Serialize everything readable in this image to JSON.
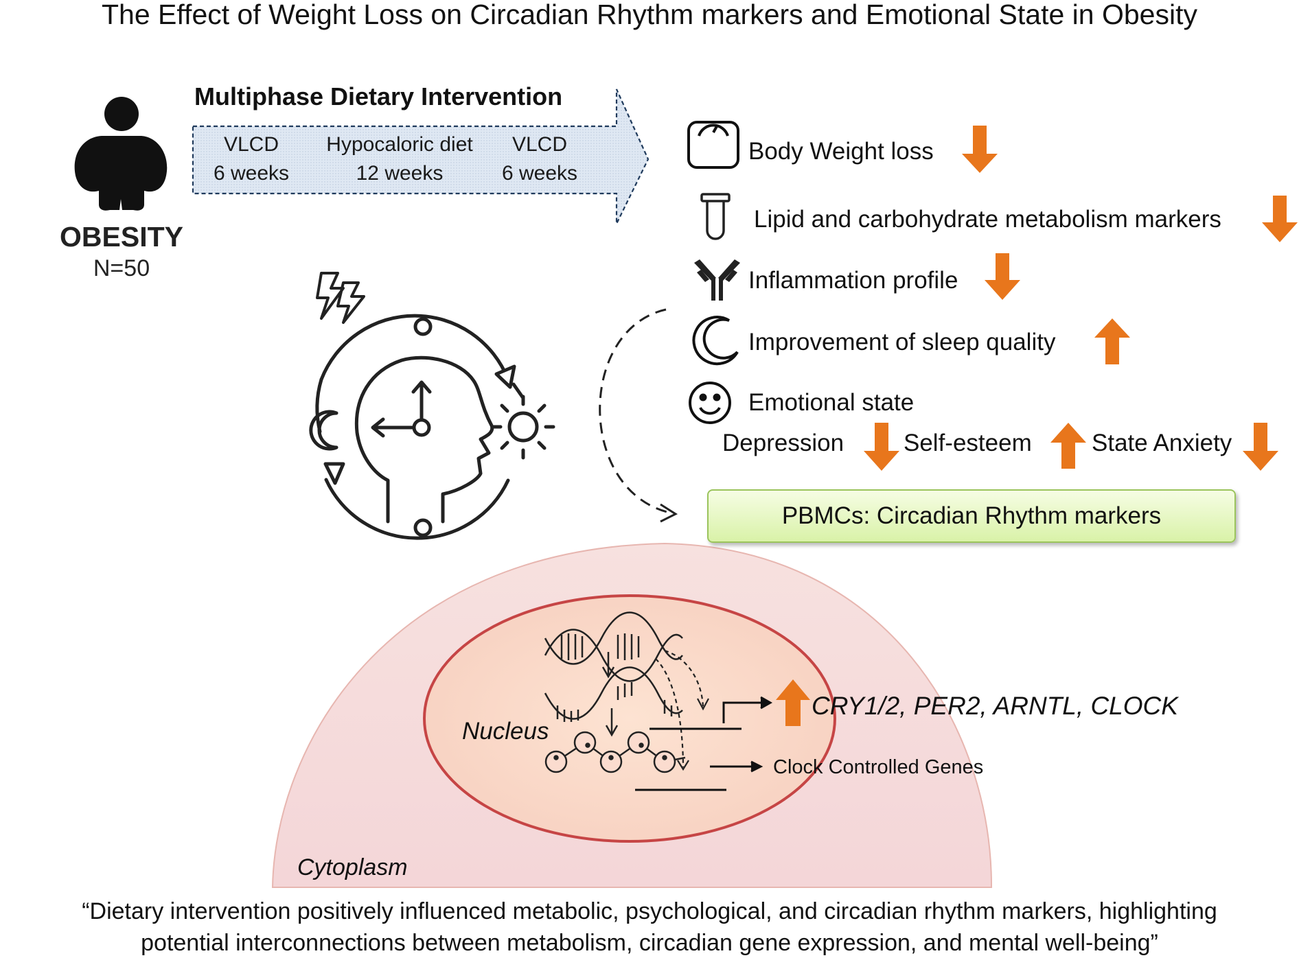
{
  "title": "The Effect of Weight Loss on Circadian Rhythm markers and Emotional State in Obesity",
  "population": {
    "label": "OBESITY",
    "n": "N=50"
  },
  "intervention": {
    "title": "Multiphase Dietary Intervention",
    "phases": [
      {
        "name": "VLCD",
        "duration": "6 weeks"
      },
      {
        "name": "Hypocaloric diet",
        "duration": "12 weeks"
      },
      {
        "name": "VLCD",
        "duration": "6 weeks"
      }
    ]
  },
  "outcomes": [
    {
      "label": "Body Weight loss",
      "icon": "scale-icon",
      "direction": "down"
    },
    {
      "label": "Lipid and carbohydrate metabolism markers",
      "icon": "test-tube-icon",
      "direction": "down"
    },
    {
      "label": "Inflammation profile",
      "icon": "antibody-icon",
      "direction": "down"
    },
    {
      "label": "Improvement of  sleep quality",
      "icon": "moon-icon",
      "direction": "up"
    },
    {
      "label": "Emotional state",
      "icon": "smiley-icon",
      "direction": ""
    }
  ],
  "emotional_subitems": [
    {
      "label": "Depression",
      "direction": "down"
    },
    {
      "label": "Self-esteem",
      "direction": "up"
    },
    {
      "label": "State Anxiety",
      "direction": "down"
    }
  ],
  "pbmc_box": "PBMCs: Circadian Rhythm markers",
  "cell": {
    "nucleus_label": "Nucleus",
    "cytoplasm_label": "Cytoplasm",
    "upregulated_genes": "CRY1/2, PER2, ARNTL, CLOCK",
    "ccg_label": "Clock Controlled Genes"
  },
  "conclusion": {
    "line1": "“Dietary intervention positively influenced metabolic, psychological, and circadian rhythm markers, highlighting",
    "line2": "potential interconnections between metabolism, circadian gene expression, and mental well-being”"
  },
  "colors": {
    "arrow_orange": "#e8761c",
    "intervention_fill": "#dce6f2",
    "intervention_border": "#1f3a5c",
    "cytoplasm": "#f6d9d9",
    "nucleus_fill": "#f9d7c7",
    "nucleus_border": "#c64545",
    "pbmc_fill": "#d9f2a8"
  }
}
